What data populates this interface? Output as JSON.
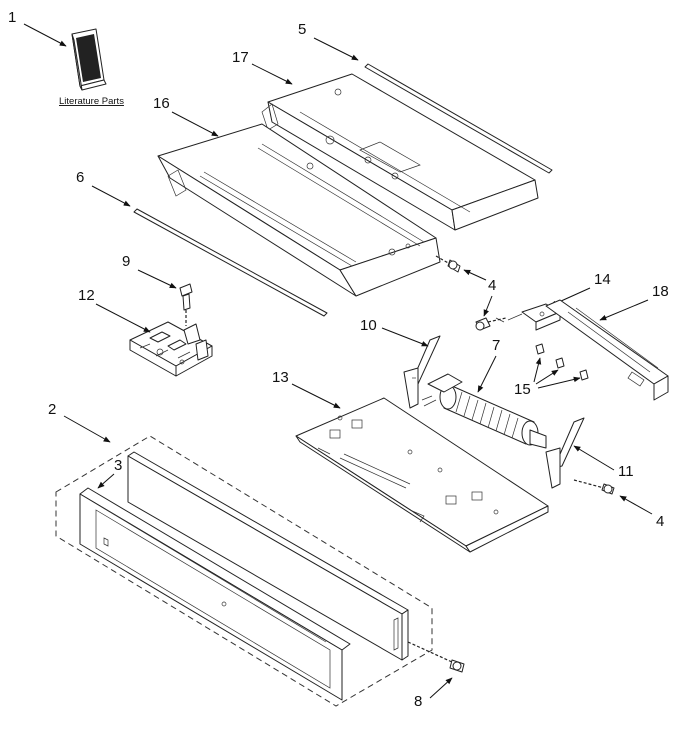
{
  "labels": {
    "l1": "1",
    "l2": "2",
    "l3": "3",
    "l4a": "4",
    "l4b": "4",
    "l4c": "4",
    "l5": "5",
    "l6": "6",
    "l7": "7",
    "l8": "8",
    "l9": "9",
    "l10": "10",
    "l11": "11",
    "l12": "12",
    "l13": "13",
    "l14": "14",
    "l15": "15",
    "l16": "16",
    "l17": "17",
    "l18": "18"
  },
  "literature_caption": "Literature Parts"
}
